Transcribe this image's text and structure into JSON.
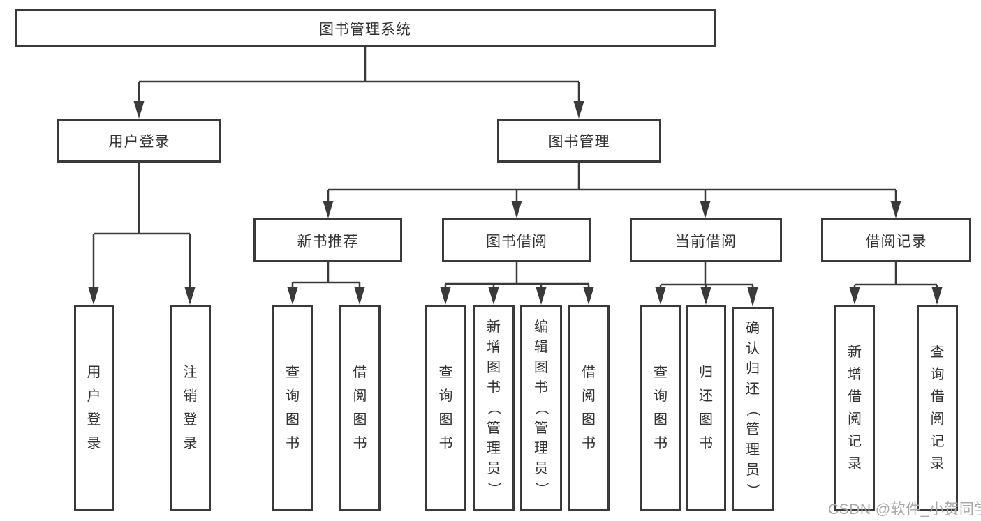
{
  "diagram_type": "hierarchy-tree",
  "root": {
    "label": "图书管理系统"
  },
  "level2": [
    {
      "label": "用户登录"
    },
    {
      "label": "图书管理"
    }
  ],
  "level3": [
    {
      "label": "新书推荐",
      "parent": "图书管理"
    },
    {
      "label": "图书借阅",
      "parent": "图书管理"
    },
    {
      "label": "当前借阅",
      "parent": "图书管理"
    },
    {
      "label": "借阅记录",
      "parent": "图书管理"
    }
  ],
  "level4": [
    {
      "label": "用户登录",
      "parent": "用户登录"
    },
    {
      "label": "注销登录",
      "parent": "用户登录"
    },
    {
      "label": "查询图书",
      "parent": "新书推荐"
    },
    {
      "label": "借阅图书",
      "parent": "新书推荐"
    },
    {
      "label": "查询图书",
      "parent": "图书借阅"
    },
    {
      "label": "新增图书（管理员）",
      "parent": "图书借阅"
    },
    {
      "label": "编辑图书（管理员）",
      "parent": "图书借阅"
    },
    {
      "label": "借阅图书",
      "parent": "图书借阅"
    },
    {
      "label": "查询图书",
      "parent": "当前借阅"
    },
    {
      "label": "归还图书",
      "parent": "当前借阅"
    },
    {
      "label": "确认归还（管理员）",
      "parent": "当前借阅"
    },
    {
      "label": "新增借阅记录",
      "parent": "借阅记录"
    },
    {
      "label": "查询借阅记录",
      "parent": "借阅记录"
    }
  ],
  "watermark": "CSDN @软件_小贺同学",
  "colors": {
    "line": "#3a3a3a",
    "text": "#333333",
    "background": "#ffffff",
    "watermark": "#a8a8a8"
  }
}
